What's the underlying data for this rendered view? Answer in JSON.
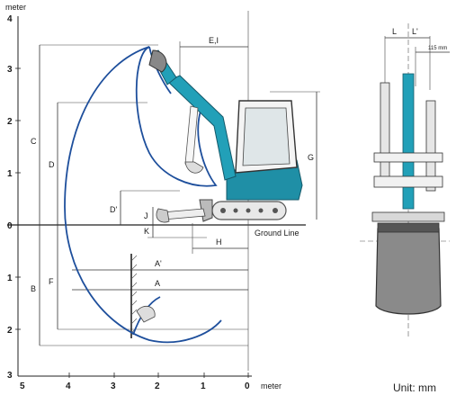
{
  "side_view": {
    "y_axis_title": "meter",
    "x_axis_title": "meter",
    "y_ticks_upper": [
      "3",
      "2",
      "1",
      "0"
    ],
    "y_ticks_lower": [
      "1",
      "2",
      "3"
    ],
    "y_tick_top": "4",
    "x_ticks": [
      "5",
      "4",
      "3",
      "2",
      "1",
      "0"
    ],
    "ground_label": "Ground Line",
    "dimension_labels": {
      "C": "C",
      "D": "D",
      "B": "B",
      "F": "F",
      "EI": "E,I",
      "G": "G",
      "Dp": "D'",
      "J": "J",
      "K": "K",
      "H": "H",
      "Ap": "A'",
      "A": "A"
    }
  },
  "front_view": {
    "L": "L",
    "Lp": "L'",
    "offset_label": "115 mm"
  },
  "unit_note": "Unit: mm",
  "colors": {
    "machine": "#1f8fa6",
    "boom": "#22a0b8",
    "curve": "#1e4f9c",
    "track": "#555555",
    "dimension": "#333333"
  }
}
